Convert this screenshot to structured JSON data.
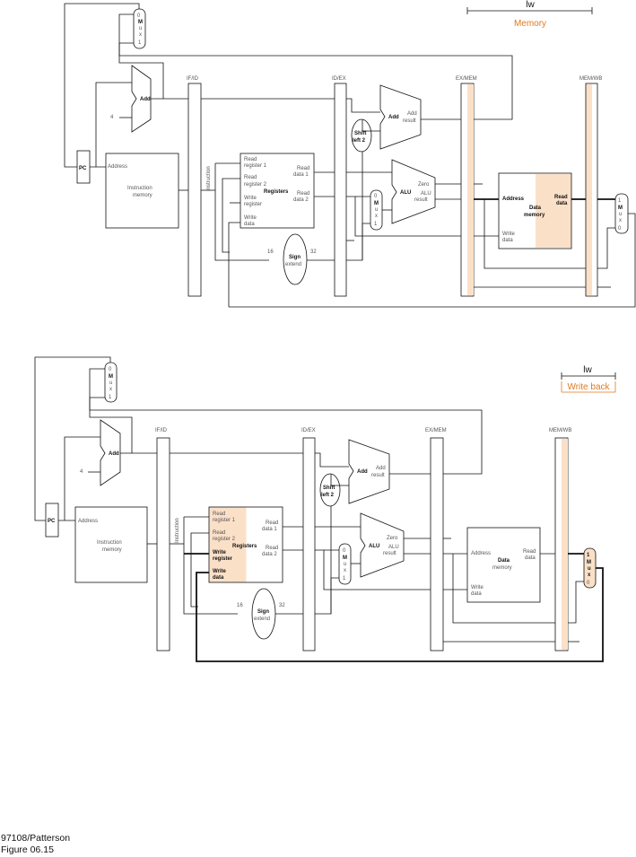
{
  "colors": {
    "highlight": "#fbe0c8",
    "stage_label": "#e07a1f",
    "line": "#111111",
    "muted": "#555555"
  },
  "panel_top": {
    "instruction": "lw",
    "stage": "Memory",
    "pipe_regs": [
      "IF/ID",
      "ID/EX",
      "EX/MEM",
      "MEM/WB"
    ],
    "pc": "PC",
    "add": "Add",
    "four": "4",
    "mux_if": [
      "0",
      "M",
      "u",
      "x",
      "1"
    ],
    "instr_mem": {
      "address": "Address",
      "title1": "Instruction",
      "title2": "memory"
    },
    "instruction_label": "Instruction",
    "registers": {
      "title": "Registers",
      "read_reg1": [
        "Read",
        "register 1"
      ],
      "read_reg2": [
        "Read",
        "register 2"
      ],
      "write_reg": [
        "Write",
        "register"
      ],
      "write_data": [
        "Write",
        "data"
      ],
      "read_data1": [
        "Read",
        "data 1"
      ],
      "read_data2": [
        "Read",
        "data 2"
      ]
    },
    "shift": [
      "Shift",
      "left 2"
    ],
    "add_branch": {
      "title": "Add",
      "result": [
        "Add",
        "result"
      ]
    },
    "alu": {
      "title": "ALU",
      "zero": "Zero",
      "result": [
        "ALU",
        "result"
      ]
    },
    "mux_ex": [
      "0",
      "M",
      "u",
      "x",
      "1"
    ],
    "sign_extend": {
      "title": [
        "Sign",
        "extend"
      ],
      "in": "16",
      "out": "32"
    },
    "data_mem": {
      "address": "Address",
      "title1": "Data",
      "title2": "memory",
      "write_data": [
        "Write",
        "data"
      ],
      "read_data": [
        "Read",
        "data"
      ]
    },
    "mux_wb": [
      "1",
      "M",
      "u",
      "x",
      "0"
    ]
  },
  "panel_bottom": {
    "instruction": "lw",
    "stage": "Write back",
    "pipe_regs": [
      "IF/ID",
      "ID/EX",
      "EX/MEM",
      "MEM/WB"
    ],
    "pc": "PC",
    "add": "Add",
    "four": "4",
    "mux_if": [
      "0",
      "M",
      "u",
      "x",
      "1"
    ],
    "instr_mem": {
      "address": "Address",
      "title1": "Instruction",
      "title2": "memory"
    },
    "instruction_label": "Instruction",
    "registers": {
      "title": "Registers",
      "read_reg1": [
        "Read",
        "register 1"
      ],
      "read_reg2": [
        "Read",
        "register 2"
      ],
      "write_reg": [
        "Write",
        "register"
      ],
      "write_data": [
        "Write",
        "data"
      ],
      "read_data1": [
        "Read",
        "data 1"
      ],
      "read_data2": [
        "Read",
        "data 2"
      ]
    },
    "shift": [
      "Shift",
      "left 2"
    ],
    "add_branch": {
      "title": "Add",
      "result": [
        "Add",
        "result"
      ]
    },
    "alu": {
      "title": "ALU",
      "zero": "Zero",
      "result": [
        "ALU",
        "result"
      ]
    },
    "mux_ex": [
      "0",
      "M",
      "u",
      "x",
      "1"
    ],
    "sign_extend": {
      "title": [
        "Sign",
        "extend"
      ],
      "in": "16",
      "out": "32"
    },
    "data_mem": {
      "address": "Address",
      "title1": "Data",
      "title2": "memory",
      "write_data": [
        "Write",
        "data"
      ],
      "read_data": [
        "Read",
        "data"
      ]
    },
    "mux_wb": [
      "1",
      "M",
      "u",
      "x",
      "0"
    ]
  },
  "footer": {
    "line1": "97108/Patterson",
    "line2": "Figure 06.15"
  }
}
